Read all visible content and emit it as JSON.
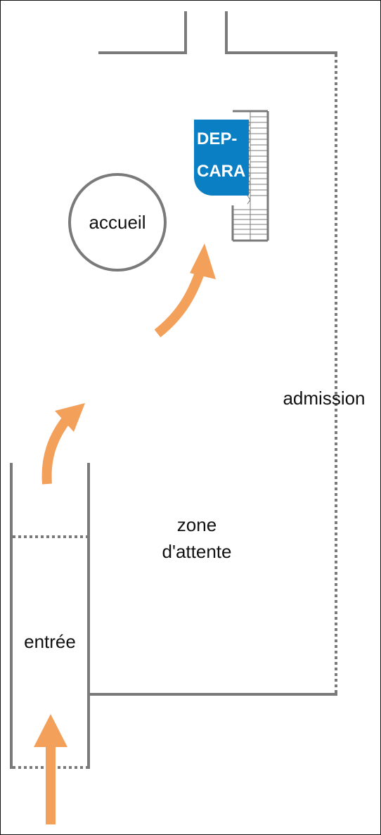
{
  "colors": {
    "wall": "#7a7a7a",
    "arrow": "#f2a05a",
    "sign_bg": "#0a7fc4",
    "text": "#111111"
  },
  "labels": {
    "accueil": "accueil",
    "admission": "admission",
    "zone_line1": "zone",
    "zone_line2": "d'attente",
    "entree": "entrée"
  },
  "sign": {
    "line1": "DEP-",
    "line2": "CARA"
  }
}
